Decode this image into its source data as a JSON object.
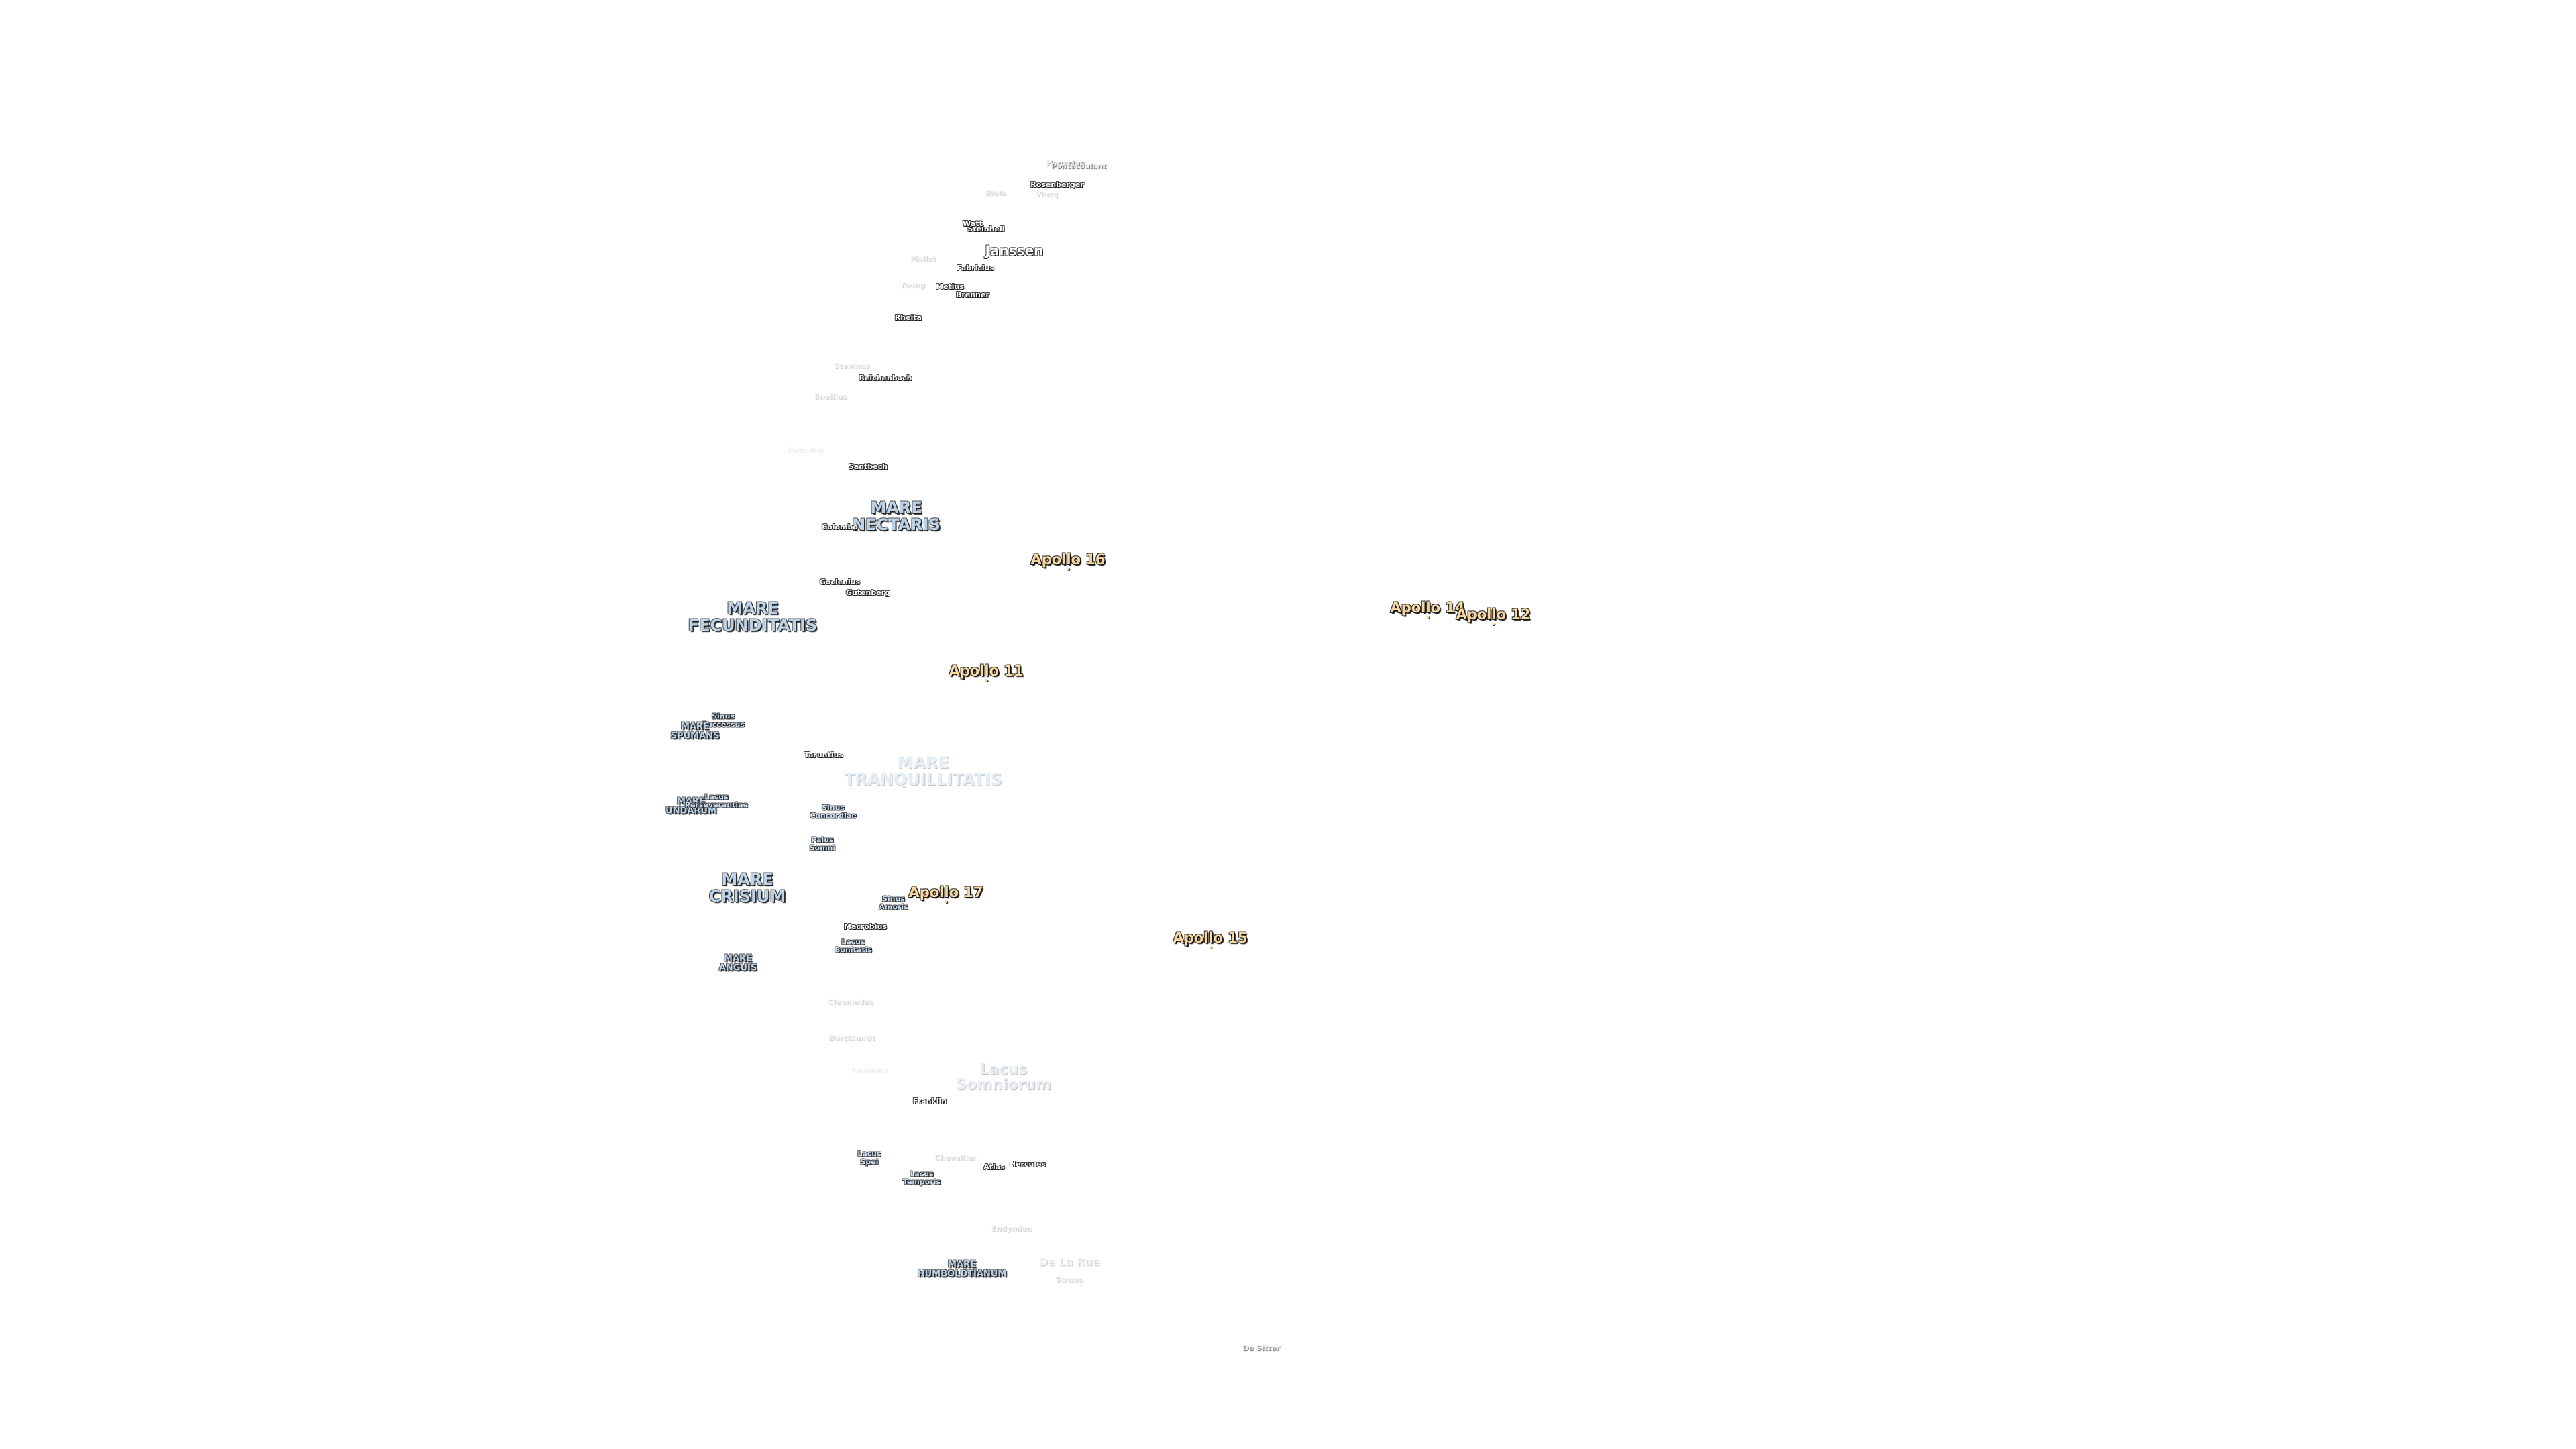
{
  "features": [
    {
      "id": "hagecius",
      "name": "Hagecius",
      "kind": "crater",
      "tone": "mid"
    },
    {
      "id": "pontecoulant",
      "name": "Pontécoulant",
      "kind": "crater",
      "tone": "mid"
    },
    {
      "id": "biela",
      "name": "Biela",
      "kind": "crater",
      "tone": "faded"
    },
    {
      "id": "rosenberger",
      "name": "Rosenberger",
      "kind": "crater",
      "tone": "normal"
    },
    {
      "id": "vlacq",
      "name": "Vlacq",
      "kind": "crater",
      "tone": "faded"
    },
    {
      "id": "steinheil",
      "name": "Steinheil",
      "kind": "crater",
      "tone": "normal"
    },
    {
      "id": "watt",
      "name": "Watt",
      "kind": "crater",
      "tone": "normal"
    },
    {
      "id": "janssen",
      "name": "Janssen",
      "kind": "crater",
      "tone": "normal"
    },
    {
      "id": "mallet",
      "name": "Mallet",
      "kind": "crater",
      "tone": "faded"
    },
    {
      "id": "fabricius",
      "name": "Fabricius",
      "kind": "crater",
      "tone": "normal"
    },
    {
      "id": "young",
      "name": "Young",
      "kind": "crater",
      "tone": "faded"
    },
    {
      "id": "metius",
      "name": "Metius",
      "kind": "crater",
      "tone": "normal"
    },
    {
      "id": "brenner",
      "name": "Brenner",
      "kind": "crater",
      "tone": "normal"
    },
    {
      "id": "rheita",
      "name": "Rheita",
      "kind": "crater",
      "tone": "normal"
    },
    {
      "id": "stevinus",
      "name": "Stevinus",
      "kind": "crater",
      "tone": "faded"
    },
    {
      "id": "reichenbach",
      "name": "Reichenbach",
      "kind": "crater",
      "tone": "normal"
    },
    {
      "id": "snellius",
      "name": "Snellius",
      "kind": "crater",
      "tone": "faded"
    },
    {
      "id": "petavius",
      "name": "Petavius",
      "kind": "crater",
      "tone": "ghost"
    },
    {
      "id": "santbech",
      "name": "Santbech",
      "kind": "crater",
      "tone": "normal"
    },
    {
      "id": "mare-nectaris",
      "name": "MARE\nNECTARIS",
      "kind": "mare",
      "tone": "mid"
    },
    {
      "id": "colombo",
      "name": "Colombo",
      "kind": "crater",
      "tone": "normal"
    },
    {
      "id": "goclenius",
      "name": "Goclenius",
      "kind": "crater",
      "tone": "normal"
    },
    {
      "id": "gutenberg",
      "name": "Gutenberg",
      "kind": "crater",
      "tone": "normal"
    },
    {
      "id": "mare-fecunditatis",
      "name": "MARE\nFECUNDITATIS",
      "kind": "mare",
      "tone": "normal"
    },
    {
      "id": "sinus-successus",
      "name": "Sinus\nSuccessus",
      "kind": "lake",
      "tone": "normal"
    },
    {
      "id": "mare-spumans",
      "name": "MARE\nSPUMANS",
      "kind": "mare-small",
      "tone": "normal"
    },
    {
      "id": "taruntius",
      "name": "Taruntius",
      "kind": "crater",
      "tone": "normal"
    },
    {
      "id": "mare-tranquillitatis",
      "name": "MARE\nTRANQUILLITATIS",
      "kind": "mare",
      "tone": "faded"
    },
    {
      "id": "mare-undarum",
      "name": "MARE\nUNDARUM",
      "kind": "mare-small",
      "tone": "normal"
    },
    {
      "id": "lacus-perseverantiae",
      "name": "Lacus\nPerseverantiae",
      "kind": "lake",
      "tone": "normal"
    },
    {
      "id": "sinus-concordiae",
      "name": "Sinus\nConcordiae",
      "kind": "lake",
      "tone": "normal"
    },
    {
      "id": "palus-somni",
      "name": "Palus\nSomni",
      "kind": "lake",
      "tone": "normal"
    },
    {
      "id": "mare-crisium",
      "name": "MARE\nCRISIUM",
      "kind": "mare",
      "tone": "normal"
    },
    {
      "id": "sinus-amoris",
      "name": "Sinus\nAmoris",
      "kind": "lake",
      "tone": "normal"
    },
    {
      "id": "macrobius",
      "name": "Macrobius",
      "kind": "crater",
      "tone": "normal"
    },
    {
      "id": "lacus-bonitatis",
      "name": "Lacus\nBonitatis",
      "kind": "lake",
      "tone": "normal"
    },
    {
      "id": "mare-anguis",
      "name": "MARE\nANGUIS",
      "kind": "mare-small",
      "tone": "normal"
    },
    {
      "id": "cleomedes",
      "name": "Cleomedes",
      "kind": "crater",
      "tone": "faded"
    },
    {
      "id": "burckhardt",
      "name": "Burckhardt",
      "kind": "crater",
      "tone": "faded"
    },
    {
      "id": "geminus",
      "name": "Geminus",
      "kind": "crater",
      "tone": "ghost"
    },
    {
      "id": "lacus-somniorum",
      "name": "Lacus\nSomniorum",
      "kind": "lake-big",
      "tone": "faded"
    },
    {
      "id": "franklin",
      "name": "Franklin",
      "kind": "crater",
      "tone": "normal"
    },
    {
      "id": "lacus-spei",
      "name": "Lacus\nSpei",
      "kind": "lake",
      "tone": "normal"
    },
    {
      "id": "chevallier",
      "name": "Chevallier",
      "kind": "crater",
      "tone": "faded"
    },
    {
      "id": "atlas",
      "name": "Atlas",
      "kind": "crater",
      "tone": "normal"
    },
    {
      "id": "hercules",
      "name": "Hercules",
      "kind": "crater",
      "tone": "normal"
    },
    {
      "id": "lacus-temporis",
      "name": "Lacus\nTemporis",
      "kind": "lake",
      "tone": "normal"
    },
    {
      "id": "endymion",
      "name": "Endymion",
      "kind": "crater",
      "tone": "faded"
    },
    {
      "id": "mare-humboldtianum",
      "name": "MARE\nHUMBOLDTIANUM",
      "kind": "mare-small",
      "tone": "normal"
    },
    {
      "id": "de-la-rue",
      "name": "De La Rue",
      "kind": "crater-md",
      "tone": "faded"
    },
    {
      "id": "strabo",
      "name": "Strabo",
      "kind": "crater",
      "tone": "faded"
    },
    {
      "id": "de-sitter",
      "name": "De Sitter",
      "kind": "crater",
      "tone": "mid"
    }
  ],
  "landing_sites": [
    {
      "id": "apollo-16",
      "name": "Apollo 16"
    },
    {
      "id": "apollo-14",
      "name": "Apollo 14"
    },
    {
      "id": "apollo-12",
      "name": "Apollo 12"
    },
    {
      "id": "apollo-11",
      "name": "Apollo 11"
    },
    {
      "id": "apollo-17",
      "name": "Apollo 17"
    },
    {
      "id": "apollo-15",
      "name": "Apollo 15"
    }
  ]
}
